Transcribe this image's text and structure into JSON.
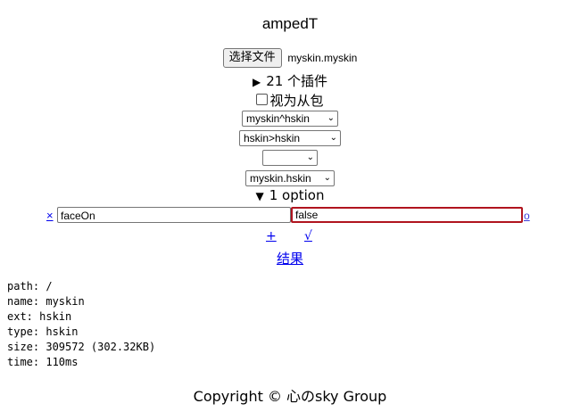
{
  "title": "ampedT",
  "file": {
    "button_label": "选择文件",
    "file_name": "myskin.myskin"
  },
  "plugins_summary": "21 个插件",
  "slave_checkbox": {
    "label": "视为从包",
    "checked": false
  },
  "selects": {
    "select1": "myskin^hskin",
    "select2": "hskin>hskin",
    "select3": "",
    "select4": "myskin.hskin"
  },
  "options_summary": "1 option",
  "option_row": {
    "remove_label": "×",
    "key": "faceOn",
    "value": "false",
    "open_label": "o"
  },
  "actions": {
    "add_label": "+",
    "confirm_label": "√"
  },
  "result_link": "结果",
  "info": {
    "path": "path: /",
    "name": "name: myskin",
    "ext": "ext: hskin",
    "type": "type: hskin",
    "size": "size: 309572 (302.32KB)",
    "time": "time: 110ms"
  },
  "copyright": "Copyright © 心のsky Group"
}
